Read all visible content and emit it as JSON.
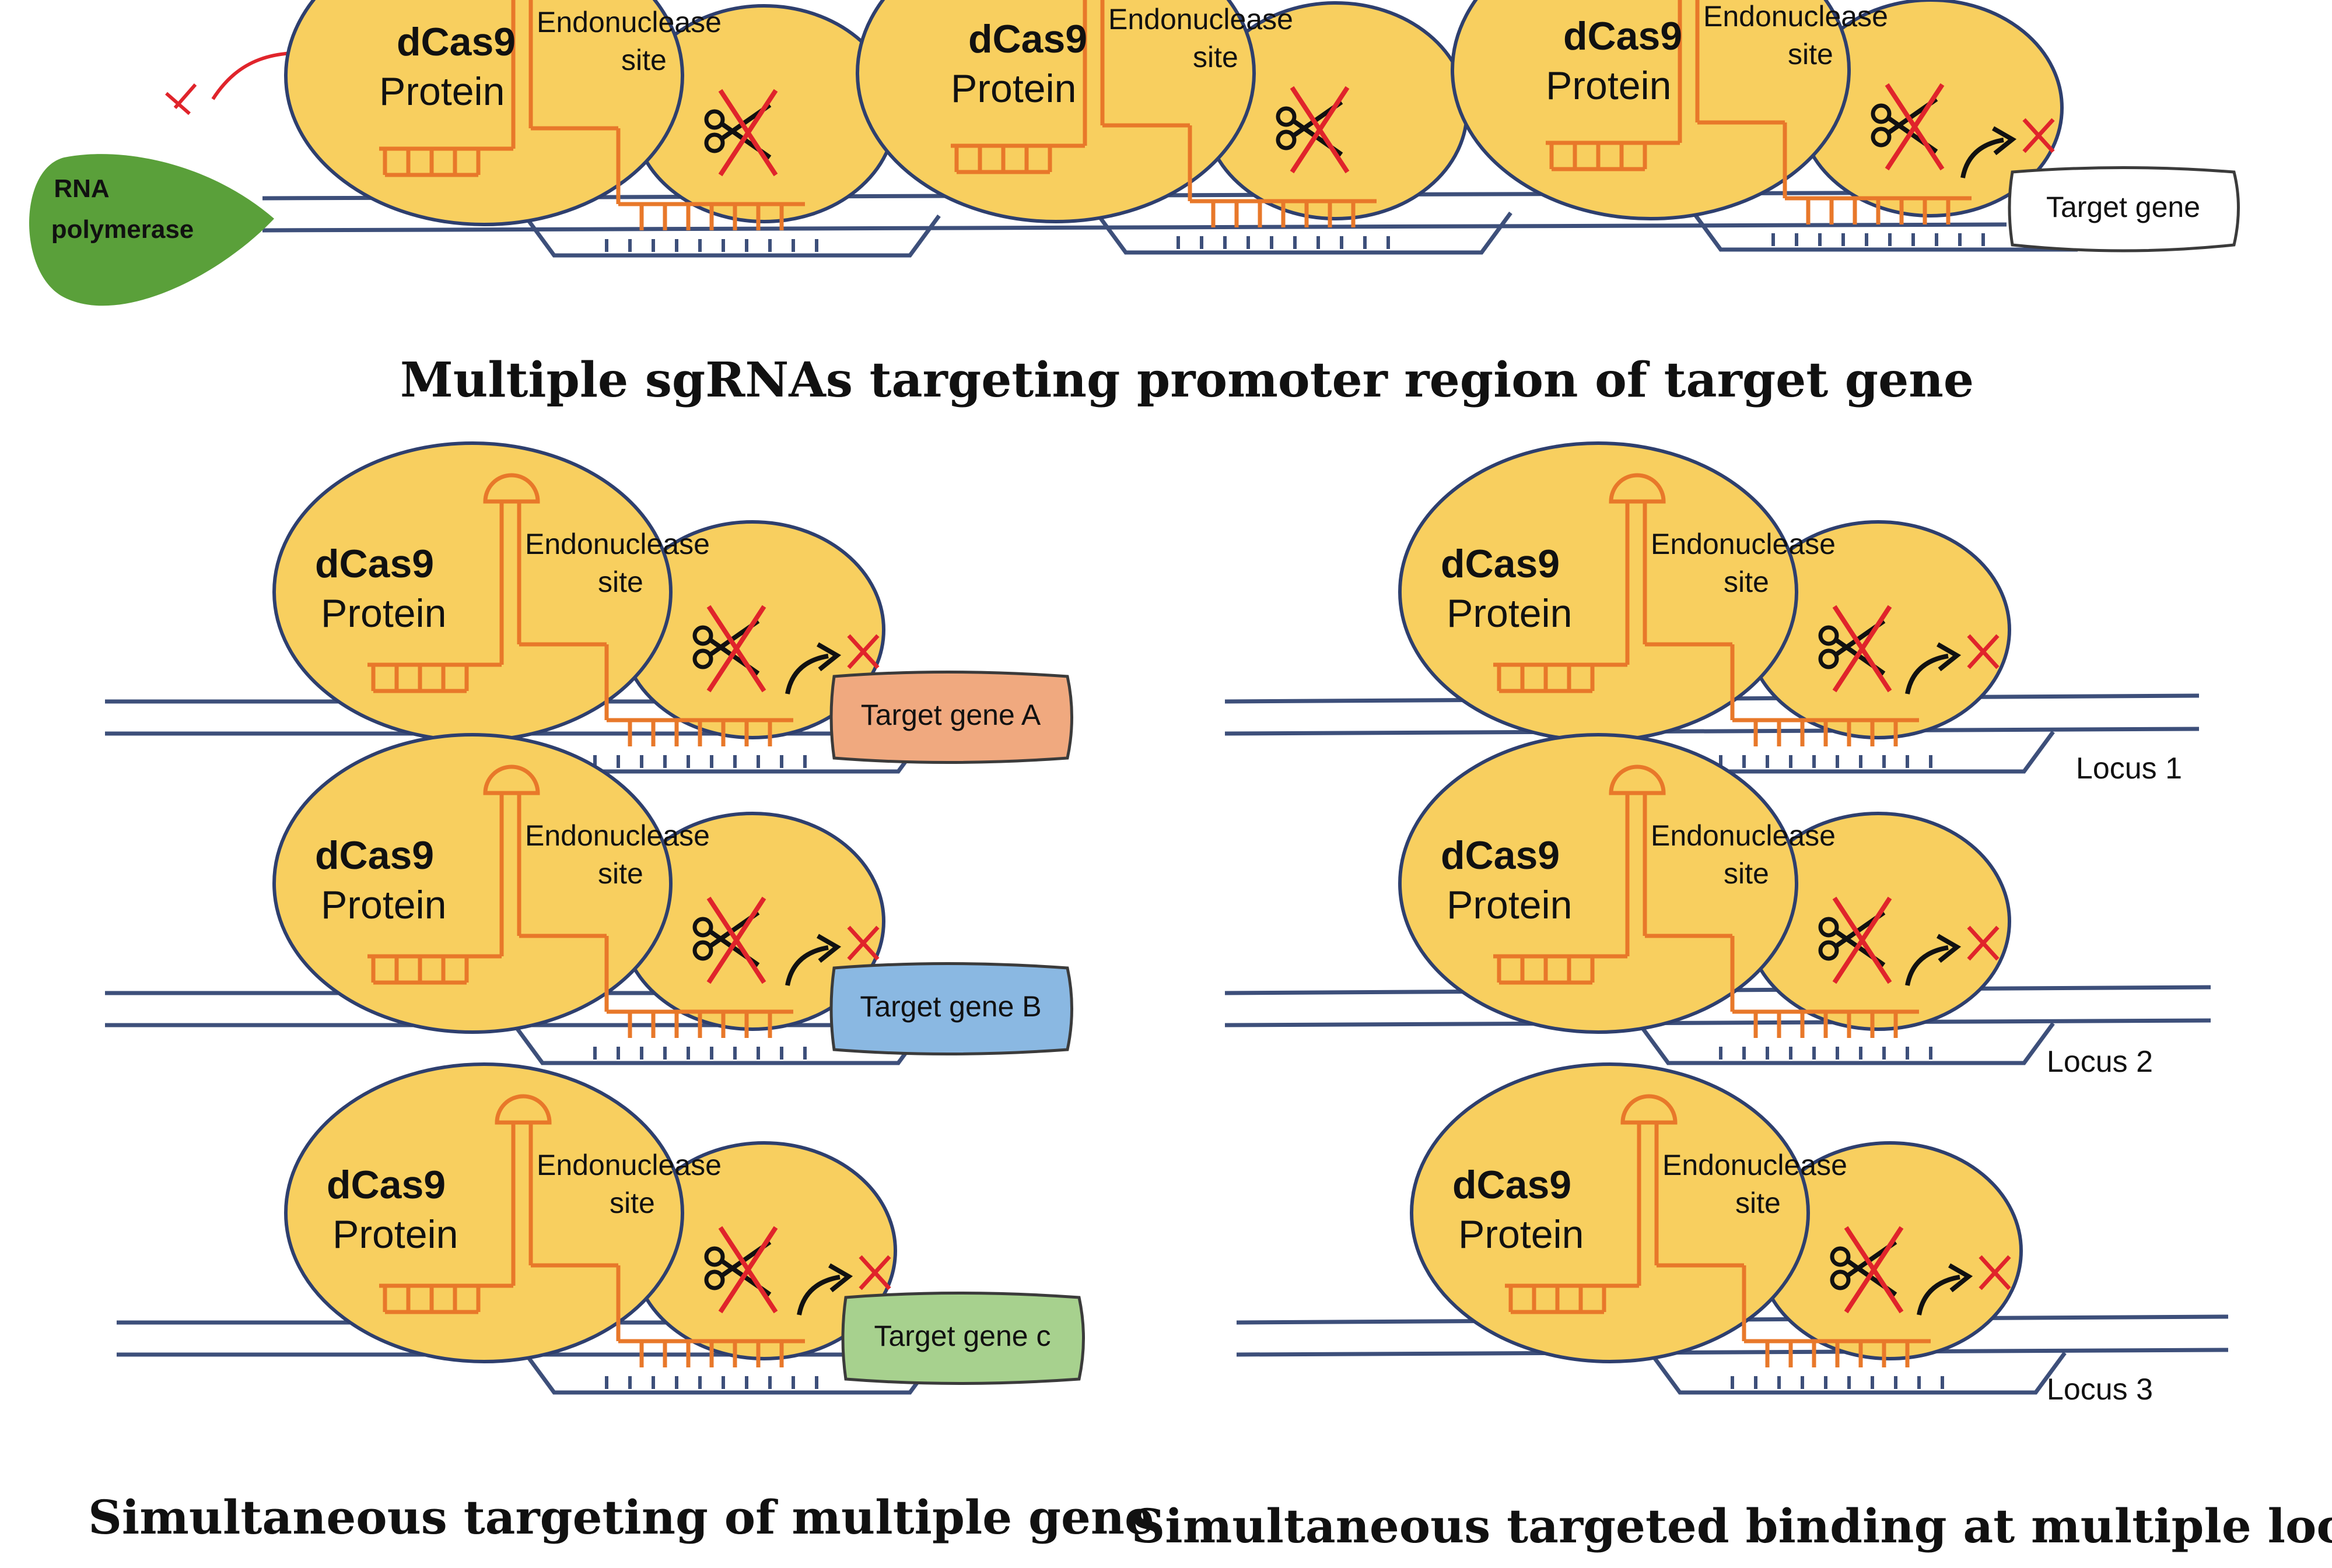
{
  "colors": {
    "protein_fill": "#f8cf5f",
    "outline": "#2e3f6e",
    "sgrna": "#e8782a",
    "cross": "#e0242b",
    "dna": "#3d4f7a",
    "polymerase": "#5aa03a",
    "gene_a": "#f0a97f",
    "gene_b": "#8ab8e2",
    "gene_c": "#a7d18e",
    "gene_white": "#ffffff"
  },
  "labels": {
    "dcas9": "dCas9",
    "protein": "Protein",
    "endo_1": "Endonuclease",
    "endo_2": "site"
  },
  "icons": [
    "scissors-icon",
    "cross-icon",
    "transcription-arrow-icon",
    "inhibition-icon"
  ],
  "top_panel": {
    "polymerase_line1": "RNA",
    "polymerase_line2": "polymerase",
    "target_gene": "Target gene",
    "caption": "Multiple sgRNAs targeting promoter region of target gene"
  },
  "left_panel": {
    "genes": [
      "Target gene A",
      "Target gene B",
      "Target gene c"
    ],
    "caption": "Simultaneous targeting of multiple gene"
  },
  "right_panel": {
    "loci": [
      "Locus 1",
      "Locus 2",
      "Locus 3"
    ],
    "caption": "Simultaneous targeted binding at multiple loci"
  }
}
